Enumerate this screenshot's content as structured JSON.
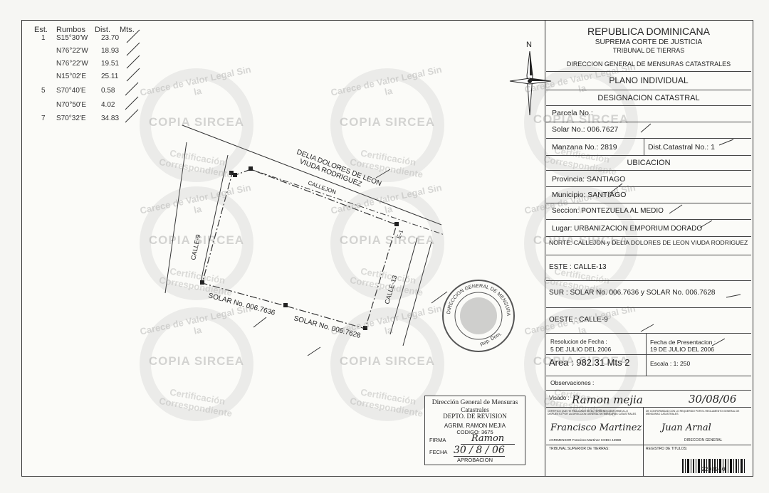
{
  "traverse": {
    "headers": {
      "est": "Est.",
      "rumbos": "Rumbos",
      "dist": "Dist.",
      "mts": "Mts."
    },
    "rows": [
      {
        "est": "1",
        "rumbo": "S15°30'W",
        "dist": "23.70"
      },
      {
        "est": "",
        "rumbo": "N76°22'W",
        "dist": "18.93"
      },
      {
        "est": "",
        "rumbo": "N76°22'W",
        "dist": "19.51"
      },
      {
        "est": "",
        "rumbo": "N15°02'E",
        "dist": "25.11"
      },
      {
        "est": "5",
        "rumbo": "S70°40'E",
        "dist": "0.58"
      },
      {
        "est": "",
        "rumbo": "N70°50'E",
        "dist": "4.02"
      },
      {
        "est": "7",
        "rumbo": "S70°32'E",
        "dist": "34.83"
      }
    ]
  },
  "plan_labels": {
    "north_owner_1": "DELIA DOLORES DE LEON",
    "north_owner_2": "VIUDA RODRIGUEZ",
    "callejon": "CALLEJON",
    "west": "CALLE-9",
    "east": "CALLE-13",
    "south_1": "SOLAR No. 006.7636",
    "south_2": "SOLAR No. 006.7628",
    "corner_mark": "E-1",
    "north_arrow": "N"
  },
  "watermark": {
    "center_text": "COPIA SIRCEA",
    "arc_top": "Carece de Valor Legal Sin la",
    "arc_bottom": "Certificación Correspondiente"
  },
  "seal": {
    "ring_text": "DIRECCION GENERAL DE MENSURAS CATASTRALES",
    "bottom_text": "Rep. Dom."
  },
  "revision_stamp": {
    "line1": "Dirección General de Mensuras",
    "line2": "Catastrales",
    "line3": "DEPTO. DE REVISION",
    "name": "AGRIM. RAMON MEJIA",
    "code": "CODIGO: 3675",
    "firma_label": "FIRMA",
    "firma_sig": "Ramon",
    "fecha_label": "FECHA",
    "fecha_value": "30 / 8 / 06",
    "aprobacion": "APROBACION"
  },
  "title_block": {
    "country": "REPUBLICA DOMINICANA",
    "court": "SUPREMA CORTE DE JUSTICIA",
    "tribunal": "TRIBUNAL DE TIERRAS",
    "direccion": "DIRECCION GENERAL DE MENSURAS CATASTRALES",
    "plan_type": "PLANO INDIVIDUAL",
    "designacion": "DESIGNACION CATASTRAL",
    "parcela": "Parcela No.:",
    "solar": "Solar No.: 006.7627",
    "manzana": "Manzana No.: 2819",
    "dist_catastral": "Dist.Catastral No.: 1",
    "ubicacion": "UBICACION",
    "provincia": "Provincia:  SANTIAGO",
    "municipio": "Municipio:   SANTIAGO",
    "seccion": "Seccion: PONTEZUELA AL MEDIO",
    "lugar": "Lugar:  URBANIZACION EMPORIUM DORADO",
    "norte": "NORTE: CALLEJON y DELIA DOLORES  DE LEON VIUDA RODRIGUEZ",
    "este": "ESTE : CALLE-13",
    "sur": "SUR : SOLAR No. 006.7636 y SOLAR No. 006.7628",
    "oeste": "OESTE : CALLE-9",
    "resolucion_label": "Resolucion de Fecha :",
    "resolucion_value": "5 DE JULIO DEL 2006",
    "presentacion_label": "Fecha de Presentacion :",
    "presentacion_value": "19 DE JULIO DEL 2006",
    "area": "Area : 982.31 Mts 2",
    "escala": "Escala : 1: 250",
    "observaciones": "Observaciones :",
    "visado_label": "Visado :",
    "visado_sig": "Ramon  mejia",
    "visado_date": "30/08/06",
    "cert_left": "CERTIFICO QUE HE REALIZADO EN EL TERRENO CONFORME A LO DISPUESTO POR LA DIRECCION GENERAL DE MENSURAS CATASTRALES",
    "cert_right": "DE CONFORMIDAD CON LO REQUERIDO POR EL REGLAMENTO GENERAL DE MENSURAS CATASTRALES",
    "agrimensor": "AGRIMENSOR Francisco Martinez CODIA 13988",
    "agrimensor_sig": "Francisco Martinez",
    "direccion_general": "DIRECCION GENERAL",
    "direccion_sig": "Juan Arnal",
    "tribunal_superior": "TRIBUNAL SUPERIOR DE TIERRAS:",
    "registro": "REGISTRO DE TITULOS:",
    "barcode_number": "2207940"
  }
}
